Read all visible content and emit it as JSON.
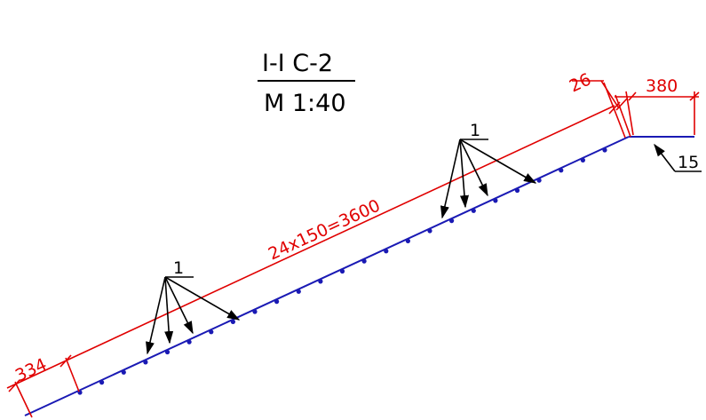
{
  "section": {
    "title": "I-I C-2",
    "scale": "M 1:40"
  },
  "dimensions": {
    "span": "24x150=3600",
    "left_offset": "334",
    "top_offset": "26",
    "landing": "380"
  },
  "callouts": {
    "rebar_left": "1",
    "rebar_right": "1",
    "slab": "15"
  },
  "colors": {
    "slab": "#1a1ab4",
    "dimension": "#e00000",
    "text": "#000000"
  }
}
